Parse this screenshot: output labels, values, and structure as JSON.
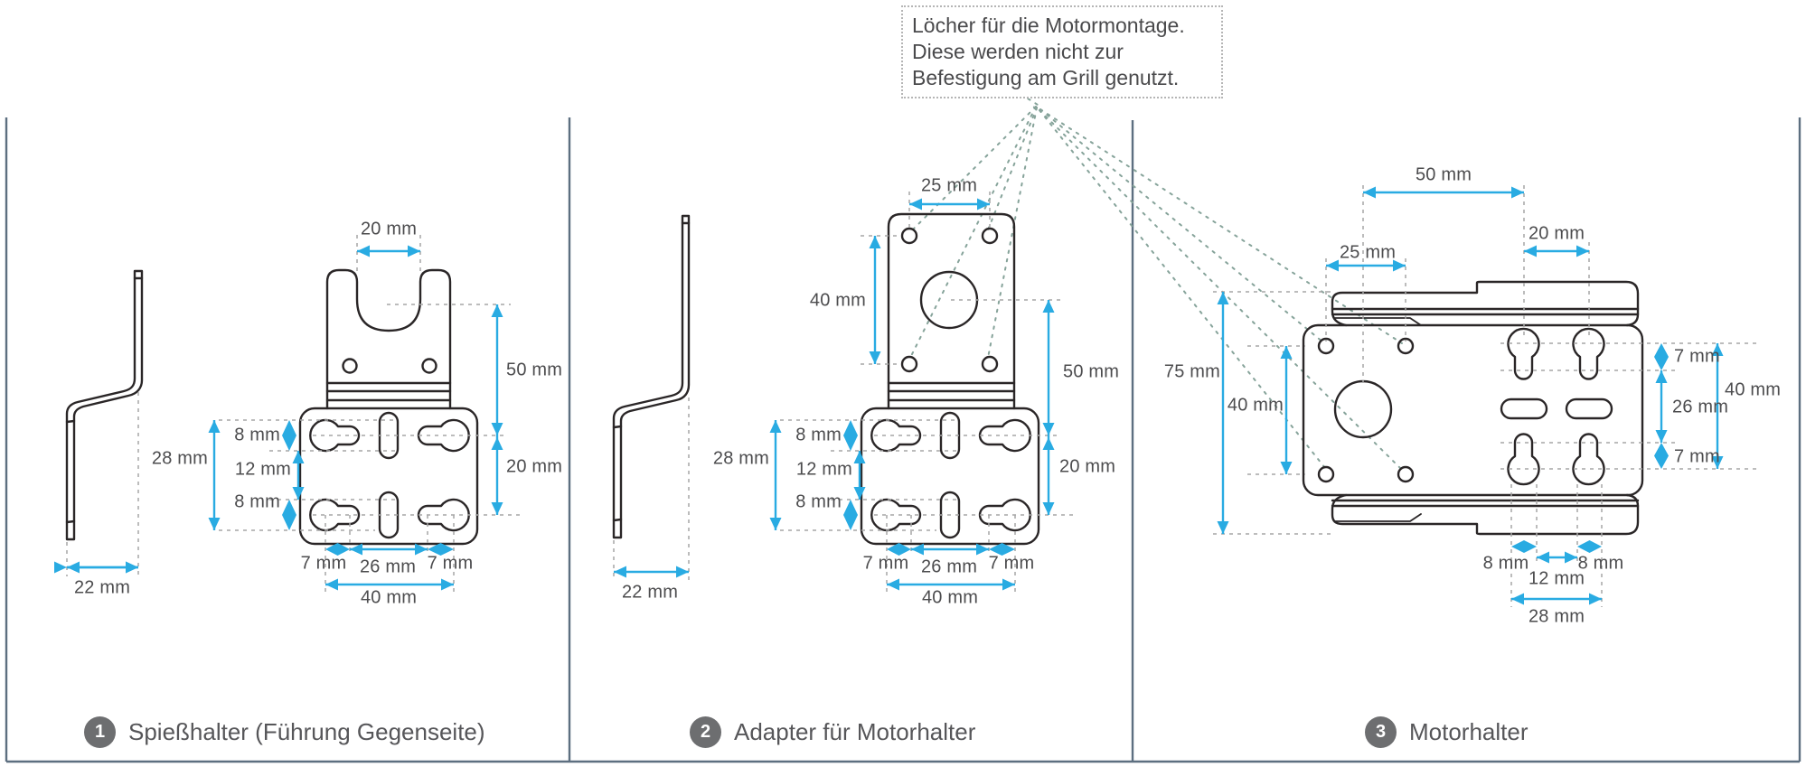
{
  "note": {
    "line1": "Löcher für die Motormontage.",
    "line2": "Diese werden nicht zur",
    "line3": "Befestigung am Grill genutzt."
  },
  "footer": {
    "items": [
      {
        "num": "1",
        "label": "Spießhalter (Führung Gegenseite)"
      },
      {
        "num": "2",
        "label": "Adapter für Motorhalter"
      },
      {
        "num": "3",
        "label": "Motorhalter"
      }
    ]
  },
  "dims": {
    "s1": {
      "profile_width": "22 mm",
      "notch_width": "20 mm",
      "height": "50 mm",
      "rows_total": "28 mm",
      "row_top": "8 mm",
      "row_mid": "12 mm",
      "row_bot": "8 mm",
      "row_gap": "20 mm",
      "col_left": "7 mm",
      "col_mid": "26 mm",
      "col_right": "7 mm",
      "col_total": "40 mm"
    },
    "s2": {
      "profile_width": "22 mm",
      "hole_span": "25 mm",
      "hole_height": "40 mm",
      "height": "50 mm",
      "rows_total": "28 mm",
      "row_top": "8 mm",
      "row_mid": "12 mm",
      "row_bot": "8 mm",
      "row_gap": "20 mm",
      "col_left": "7 mm",
      "col_mid": "26 mm",
      "col_right": "7 mm",
      "col_total": "40 mm"
    },
    "s3": {
      "top_span": "50 mm",
      "hole_span": "25 mm",
      "key_span": "20 mm",
      "total_height": "75 mm",
      "hole_height": "40 mm",
      "key_top": "7 mm",
      "key_mid": "26 mm",
      "key_bot": "7 mm",
      "key_total": "40 mm",
      "slot_left": "8 mm",
      "slot_mid": "12 mm",
      "slot_right": "8 mm",
      "slot_total": "28 mm"
    }
  },
  "colors": {
    "dimension": "#29abe2",
    "outline": "#2a2627",
    "callout": "#86a39a",
    "divider": "#5d6f80"
  }
}
